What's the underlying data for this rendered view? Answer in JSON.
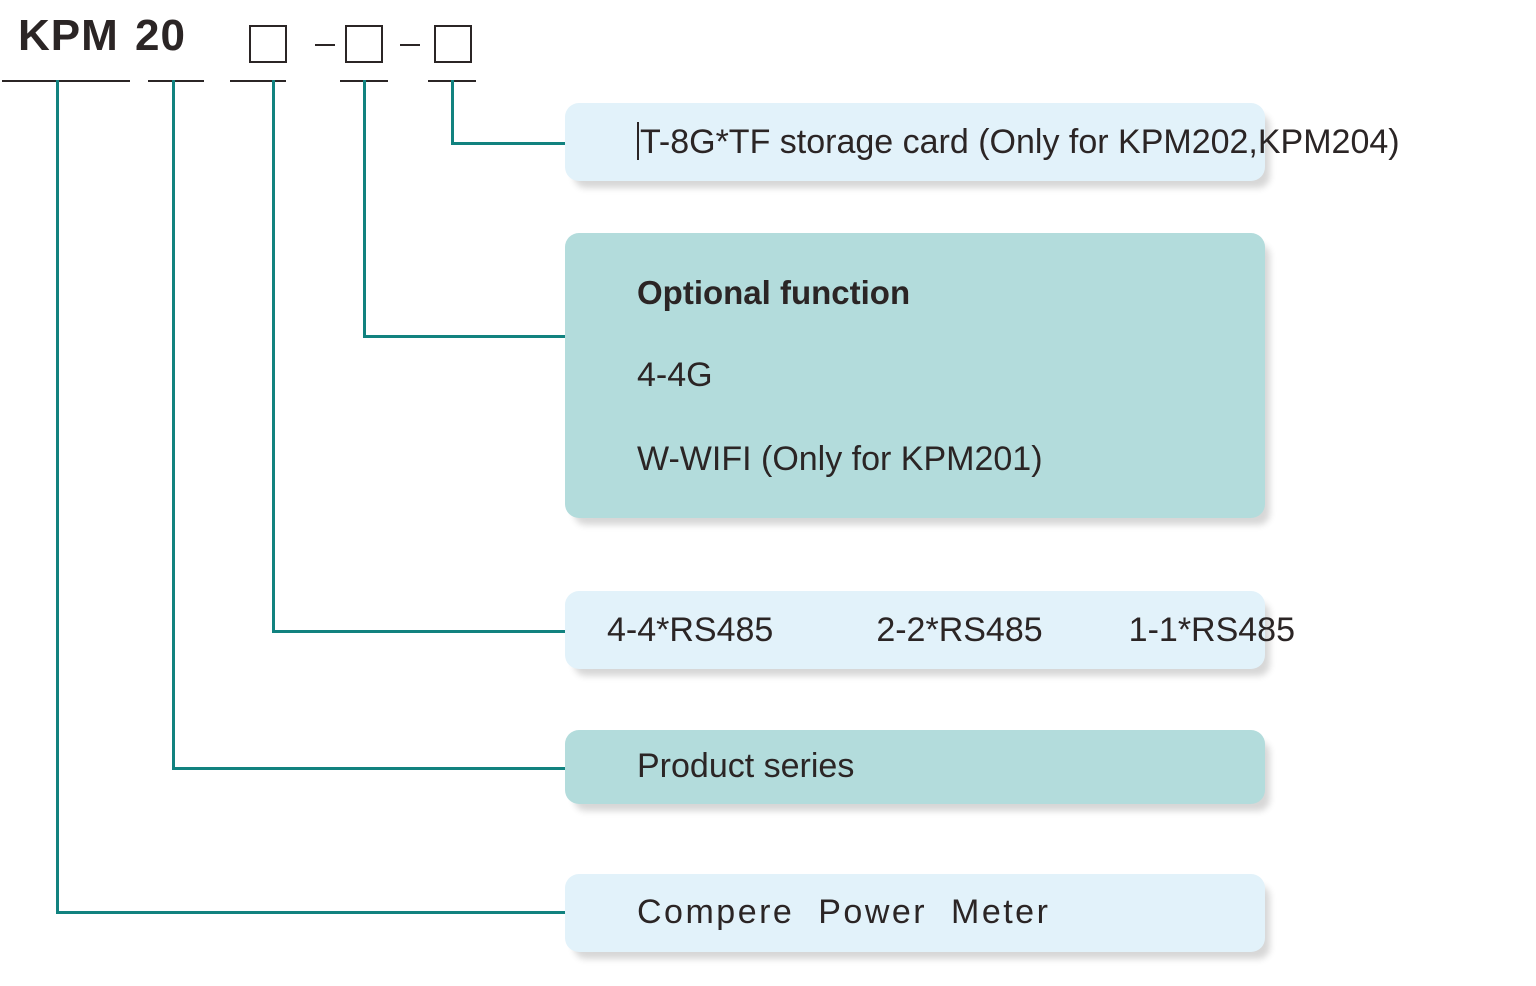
{
  "diagram": {
    "title_code": {
      "prefix": "KPM",
      "series": "20",
      "slot_count": 3,
      "separator": "–"
    },
    "colors": {
      "connector": "#11827f",
      "card_blue": "#e2f2fa",
      "card_green": "#b3dcdc",
      "text": "#2b2525"
    },
    "cards": {
      "tf_storage": {
        "text": "T-8G*TF storage card (Only for KPM202,KPM204)",
        "style": "blue"
      },
      "optional_function": {
        "heading": "Optional function",
        "option_4g": "4-4G",
        "option_wifi": "W-WIFI (Only for KPM201)",
        "style": "green"
      },
      "rs485": {
        "items": [
          "4-4*RS485",
          "2-2*RS485",
          "1-1*RS485"
        ],
        "style": "blue"
      },
      "product_series": {
        "text": "Product series",
        "style": "green"
      },
      "compere_power_meter": {
        "text": "Compere  Power  Meter",
        "style": "blue"
      }
    }
  }
}
